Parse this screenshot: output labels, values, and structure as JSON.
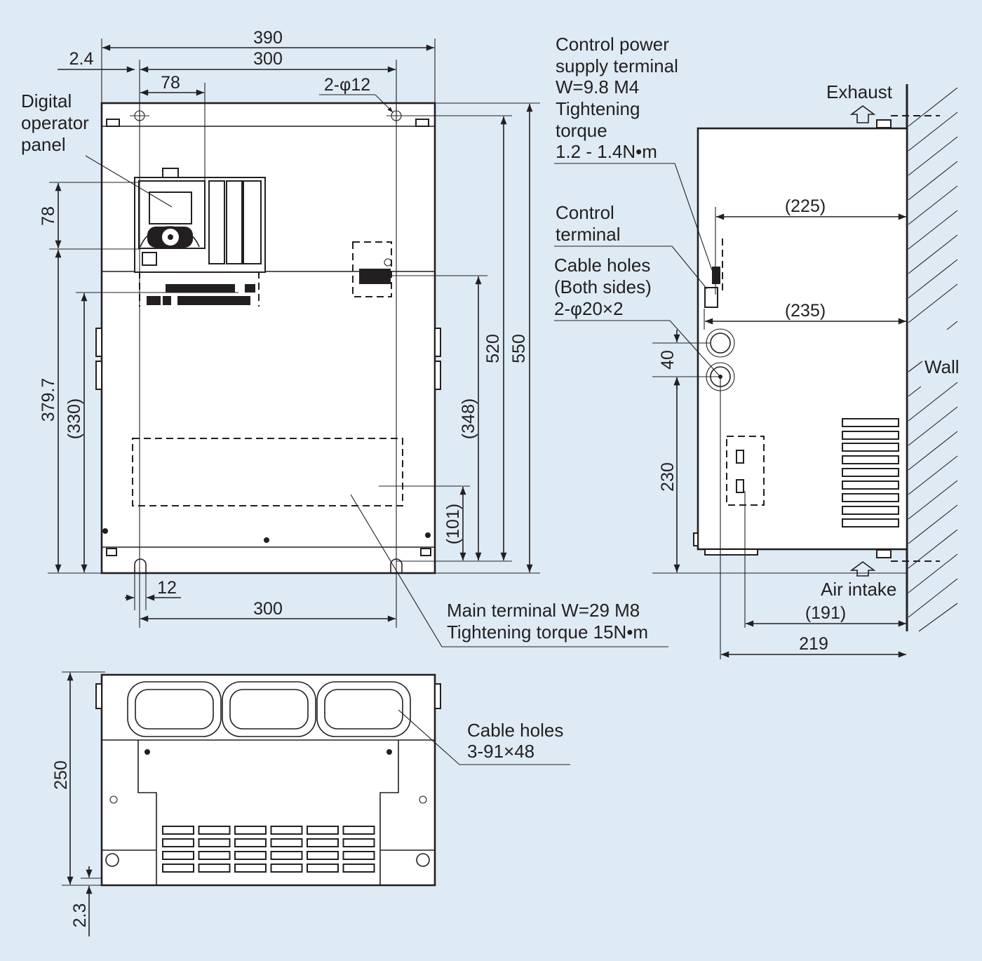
{
  "front_view": {
    "dims": {
      "width_total": "390",
      "hole_pitch_top": "300",
      "offset": "2.4",
      "panel_offset": "78",
      "mount_holes": "2-φ12",
      "panel_height": "78",
      "height_379": "379.7",
      "height_330": "(330)",
      "height_520": "520",
      "height_550": "550",
      "height_348": "(348)",
      "height_101": "(101)",
      "slot_width": "12",
      "hole_pitch_bottom": "300"
    },
    "labels": {
      "digital_panel": [
        "Digital",
        "operator",
        "panel"
      ],
      "main_terminal": [
        "Main terminal W=29 M8",
        "Tightening torque 15N•m"
      ]
    }
  },
  "side_view": {
    "labels": {
      "control_power": [
        "Control power",
        "supply terminal",
        "W=9.8 M4",
        "Tightening",
        "torque",
        "1.2 - 1.4N•m"
      ],
      "control_terminal": [
        "Control",
        "terminal"
      ],
      "cable_holes": [
        "Cable holes",
        "(Both sides)",
        "2-φ20×2"
      ],
      "exhaust": "Exhaust",
      "wall": "Wall",
      "air_intake": "Air intake"
    },
    "dims": {
      "depth_225": "(225)",
      "depth_235": "(235)",
      "pitch_40": "40",
      "height_230": "230",
      "depth_191": "(191)",
      "depth_219": "219"
    }
  },
  "bottom_view": {
    "labels": {
      "cable_holes": [
        "Cable holes",
        "3-91×48"
      ]
    },
    "dims": {
      "depth_250": "250",
      "offset_2_3": "2.3"
    }
  }
}
